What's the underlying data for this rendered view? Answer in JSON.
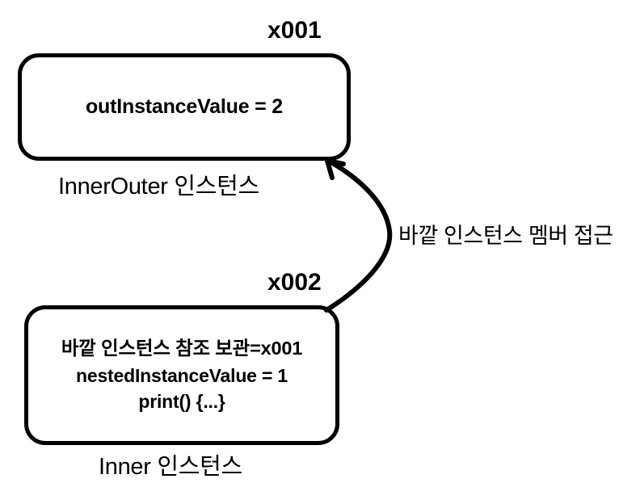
{
  "diagram": {
    "title_semantic": "nested-inner-class-instance-reference-diagram",
    "background_color": "#ffffff",
    "stroke_color": "#000000",
    "outer": {
      "address": "x001",
      "caption": "InnerOuter 인스턴스",
      "lines": [
        "outInstanceValue = 2"
      ]
    },
    "inner": {
      "address": "x002",
      "caption": "Inner 인스턴스",
      "lines": [
        "바깥 인스턴스 참조 보관=x001",
        "nestedInstanceValue = 1",
        "print() {...}"
      ]
    },
    "arrow": {
      "label": "바깥 인스턴스 멤버 접근",
      "from": "inner-box-top-right",
      "to": "outer-box-bottom-right",
      "style": "curved-open-arrowhead"
    }
  }
}
